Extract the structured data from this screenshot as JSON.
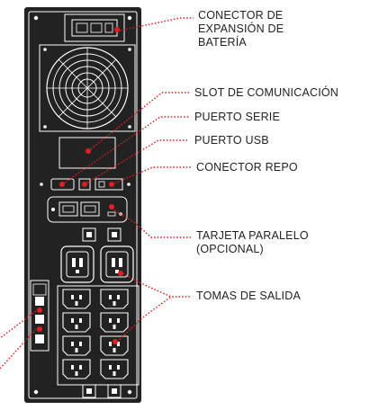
{
  "labels": {
    "battery_connector": [
      "CONECTOR DE",
      "EXPANSIÓN DE",
      "BATERÍA"
    ],
    "comm_slot": "SLOT DE COMUNICACIÓN",
    "serial_port": "PUERTO SERIE",
    "usb_port": "PUERTO USB",
    "repo_connector": "CONECTOR REPO",
    "parallel_card": [
      "TARJETA PARALELO",
      "(OPCIONAL)"
    ],
    "output_outlets": "TOMAS DE SALIDA"
  },
  "colors": {
    "panel": "#222222",
    "outline": "#ffffff",
    "accent": "#e02020",
    "text": "#222222"
  },
  "icons": {
    "fan": "fan-grille",
    "outlet": "iec-c13-outlet",
    "outlet_large": "iec-c19-outlet",
    "callout_dot": "red-dot"
  }
}
